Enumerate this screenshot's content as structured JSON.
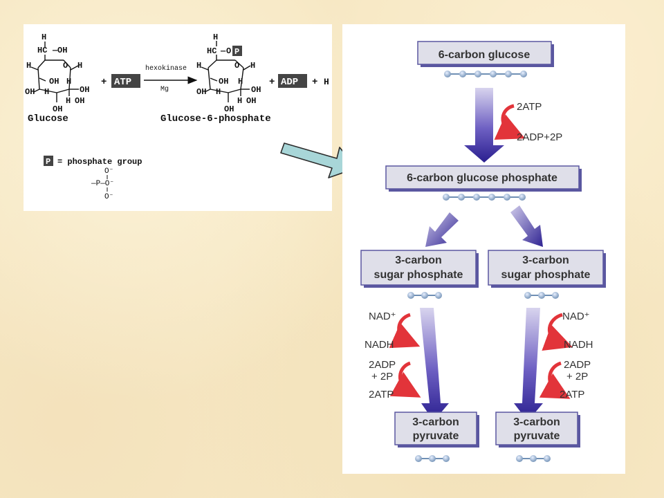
{
  "reaction": {
    "h": "H",
    "oh": "OH",
    "hc": "HC",
    "o": "O",
    "plus": "+",
    "atp": "ATP",
    "adp": "ADP",
    "enzyme": "hexokinase",
    "cofactor": "Mg",
    "glucose_label": "Glucose",
    "g6p_label": "Glucose-6-phosphate",
    "p_box": "P",
    "legend_eq": "= phosphate group",
    "o_minus": "O⁻",
    "p_line": "—P—O⁻"
  },
  "pathway": {
    "glucose": "6-carbon glucose",
    "glucose_phosphate": "6-carbon glucose phosphate",
    "sugar_phosphate_line1": "3-carbon",
    "sugar_phosphate_line2": "sugar phosphate",
    "pyruvate_line1": "3-carbon",
    "pyruvate_line2": "pyruvate",
    "atp_in": "2ATP",
    "adp_out": "2ADP+2P",
    "nad": "NAD⁺",
    "nadh": "NADH",
    "adp_in_line1": "2ADP",
    "adp_in_line2": "+ 2P",
    "atp_out": "2ATP"
  },
  "colors": {
    "box_fill": "#dfdfe9",
    "box_border": "#5a57a0",
    "main_arrow": "#3b2f9a",
    "red_arrow": "#e2343a",
    "bead": "#8faccc",
    "connector_arrow_fill": "#a8d6d8"
  }
}
